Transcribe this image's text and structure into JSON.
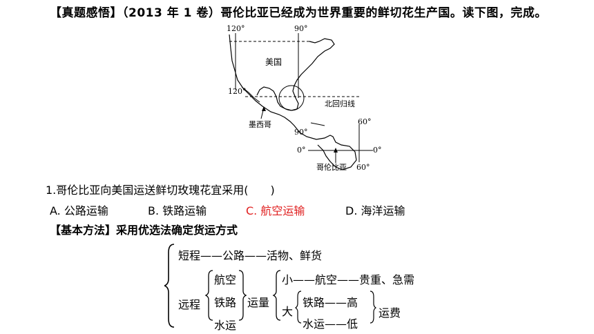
{
  "header": {
    "title": "【真题感悟】（2013 年 1 卷）哥伦比亚已经成为世界重要的鲜切花生产国。读下图，完成。"
  },
  "map": {
    "lon_120_top": "120°",
    "lon_90_top": "90°",
    "usa": "美国",
    "lon_120_mid": "120°",
    "tropic": "北回归线",
    "mexico": "墨西哥",
    "lon_90_mid": "90°",
    "lat_60_top": "60°",
    "lat_0_left": "0°",
    "lat_0_right": "0°",
    "colombia": "哥伦比亚",
    "lon_60_bottom": "60°"
  },
  "question": {
    "stem": "1.哥伦比亚向美国运送鲜切玫瑰花宜采用(　　)",
    "options": [
      {
        "label": "A. 公路运输",
        "color": "#000000"
      },
      {
        "label": "B. 铁路运输",
        "color": "#000000"
      },
      {
        "label": "C. 航空运输",
        "color": "#e02020"
      },
      {
        "label": "D. 海洋运输",
        "color": "#000000"
      }
    ]
  },
  "method": {
    "heading": "【基本方法】采用优选法确定货运方式",
    "short": "短程——公路——活物、鲜货",
    "long": "远程",
    "air": "航空",
    "rail": "铁路",
    "water": "水运",
    "volume": "运量",
    "small": "小——航空——贵重、急需",
    "large": "大",
    "rail_high": "铁路——高",
    "water_low": "水运——低",
    "cost": "运费"
  }
}
